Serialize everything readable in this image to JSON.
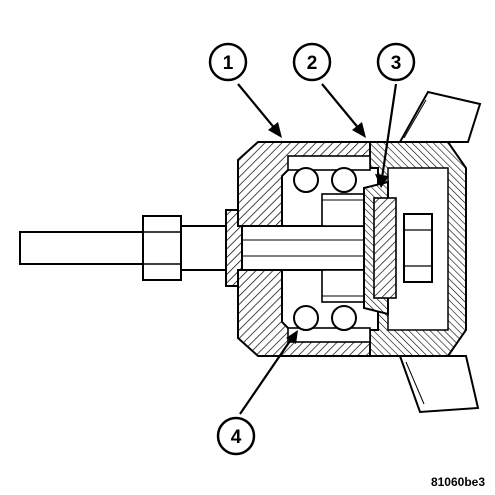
{
  "figure": {
    "figure_id": "81060be3",
    "callouts": [
      {
        "id": "callout-1",
        "label": "1"
      },
      {
        "id": "callout-2",
        "label": "2"
      },
      {
        "id": "callout-3",
        "label": "3"
      },
      {
        "id": "callout-4",
        "label": "4"
      }
    ],
    "colors": {
      "line": "#000000",
      "background": "#ffffff",
      "fill_light": "#e6e6e6",
      "fill_mid": "#bdbdbd"
    }
  }
}
